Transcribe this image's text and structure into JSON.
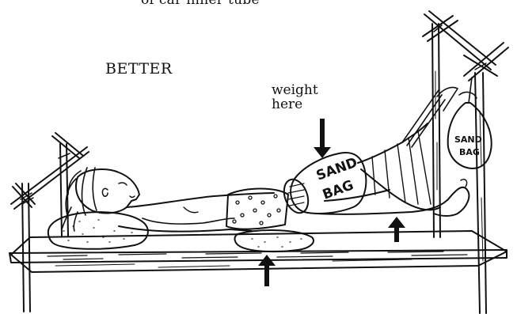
{
  "labels": {
    "top_caption": "of car inner tube",
    "better": "BETTER",
    "weight_line1": "weight",
    "weight_line2": "here",
    "sandbag_left_line1": "SAND",
    "sandbag_left_line2": "BAG",
    "sandbag_hanging_line1": "SAND",
    "sandbag_hanging_line2": "BAG"
  },
  "colors": {
    "ink": "#111111",
    "background": "#ffffff"
  }
}
